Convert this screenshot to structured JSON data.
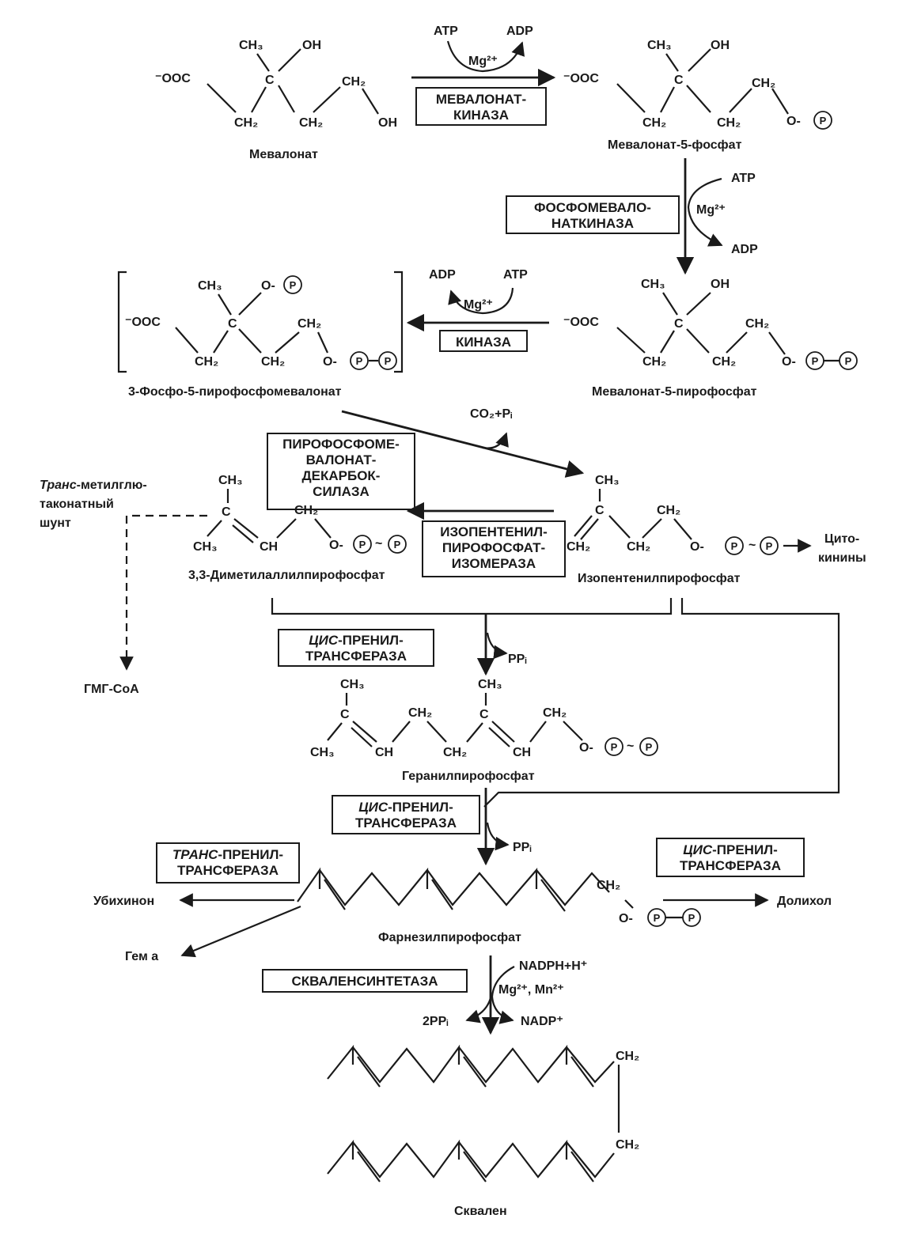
{
  "mol": {
    "mevalonate": "Мевалонат",
    "mevalonate5p": "Мевалонат-5-фосфат",
    "mevalonate5pp": "Мевалонат-5-пирофосфат",
    "phosphopyro": "3-Фосфо-5-пирофосфомевалонат",
    "dmapp": "3,3-Диметилаллилпирофосфат",
    "ipp": "Изопентенилпирофосфат",
    "geranyl": "Геранилпирофосфат",
    "farnesyl": "Фарнезилпирофосфат",
    "squalene": "Сквален",
    "hmgcoa": "ГМГ-СоА",
    "ubiquinone": "Убихинон",
    "heme": "Гем а",
    "dolichol": "Долихол",
    "cyto1": "Цито-",
    "cyto2": "кинины",
    "shunt1": "-метилглю-",
    "shunt_italic": "Транс",
    "shunt2": "таконатный",
    "shunt3": "шунт"
  },
  "enzymes": {
    "mk1": "МЕВАЛОНАТ-",
    "mk2": "КИНАЗА",
    "pmk1": "ФОСФОМЕВАЛО-",
    "pmk2": "НАТКИНАЗА",
    "kinase": "КИНАЗА",
    "pmd1": "ПИРОФОСФОМЕ-",
    "pmd2": "ВАЛОНАТ-",
    "pmd3": "ДЕКАРБОК-",
    "pmd4": "СИЛАЗА",
    "ipi1": "ИЗОПЕНТЕНИЛ-",
    "ipi2": "ПИРОФОСФАТ-",
    "ipi3": "ИЗОМЕРАЗА",
    "cis_italic": "ЦИС",
    "trans_italic": "ТРАНС",
    "prenyl": "-ПРЕНИЛ-",
    "transferase": "ТРАНСФЕРАЗА",
    "squalene_synthase": "СКВАЛЕНСИНТЕТАЗА"
  },
  "cofactors": {
    "atp": "ATP",
    "adp": "ADP",
    "mg": "Mg²⁺",
    "co2pi": "CO₂+Pᵢ",
    "ppi": "PPᵢ",
    "nadph": "NADPH+H⁺",
    "mgmn": "Mg²⁺, Mn²⁺",
    "twoppi": "2PPᵢ",
    "nadp": "NADP⁺"
  },
  "atoms": {
    "ch3": "CH₃",
    "ch2": "CH₂",
    "oh": "OH",
    "c": "C",
    "ch": "CH",
    "coo": "⁻OOC",
    "o": "O",
    "p": "P",
    "dash_o": "O-"
  }
}
